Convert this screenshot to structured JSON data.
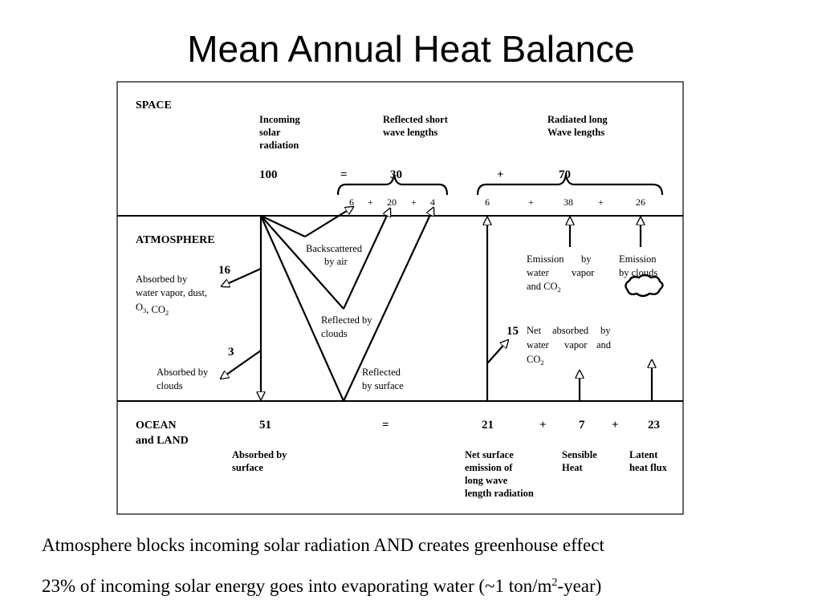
{
  "title": "Mean Annual Heat Balance",
  "layers": {
    "space": "SPACE",
    "atmosphere": "ATMOSPHERE",
    "ocean": [
      "OCEAN",
      "and LAND"
    ]
  },
  "top": {
    "incoming": [
      "Incoming",
      "solar",
      "radiation"
    ],
    "reflected": [
      "Reflected short",
      "wave lengths"
    ],
    "radiated": [
      "Radiated long",
      "Wave lengths"
    ],
    "v100": "100",
    "eq": "=",
    "v30": "30",
    "plus": "+",
    "v70": "70"
  },
  "top_breakdown": {
    "r6": "6",
    "p1": "+",
    "r20": "20",
    "p2": "+",
    "r4": "4",
    "l6": "6",
    "p3": "+",
    "l38": "38",
    "p4": "+",
    "l26": "26"
  },
  "atm": {
    "v16": "16",
    "absorbed_vapor": [
      "Absorbed by",
      "water vapor, dust,"
    ],
    "absorbed_vapor_3": {
      "o": "O",
      "o_sub": "3",
      "mid": ", CO",
      "co_sub": "2"
    },
    "v3": "3",
    "absorbed_clouds": [
      "Absorbed by",
      "clouds"
    ],
    "backscattered": [
      "Backscattered",
      "by air"
    ],
    "reflected_clouds": [
      "Reflected by",
      "clouds"
    ],
    "reflected_surface": [
      "Reflected",
      "by surface"
    ],
    "emission_vapor": [
      "Emission",
      "by",
      "water",
      "vapor",
      "and CO",
      "2"
    ],
    "emission_clouds": [
      "Emission",
      "by clouds"
    ],
    "v15": "15",
    "net_absorbed": [
      "Net",
      "absorbed",
      "by",
      "water",
      "vapor",
      "and",
      "CO",
      "2"
    ]
  },
  "bottom": {
    "v51": "51",
    "eq": "=",
    "v21": "21",
    "p1": "+",
    "v7": "7",
    "p2": "+",
    "v23": "23",
    "absorbed_surface": [
      "Absorbed by",
      "surface"
    ],
    "net_surface": [
      "Net surface",
      "emission of",
      "long wave",
      "length radiation"
    ],
    "sensible": [
      "Sensible",
      "Heat"
    ],
    "latent": [
      "Latent",
      "heat flux"
    ]
  },
  "captions": {
    "line1": "Atmosphere blocks incoming solar radiation AND creates greenhouse effect",
    "line2_a": "23% of incoming solar energy goes into evaporating water (~1 ton/m",
    "line2_sup": "2",
    "line2_b": "-year)"
  }
}
